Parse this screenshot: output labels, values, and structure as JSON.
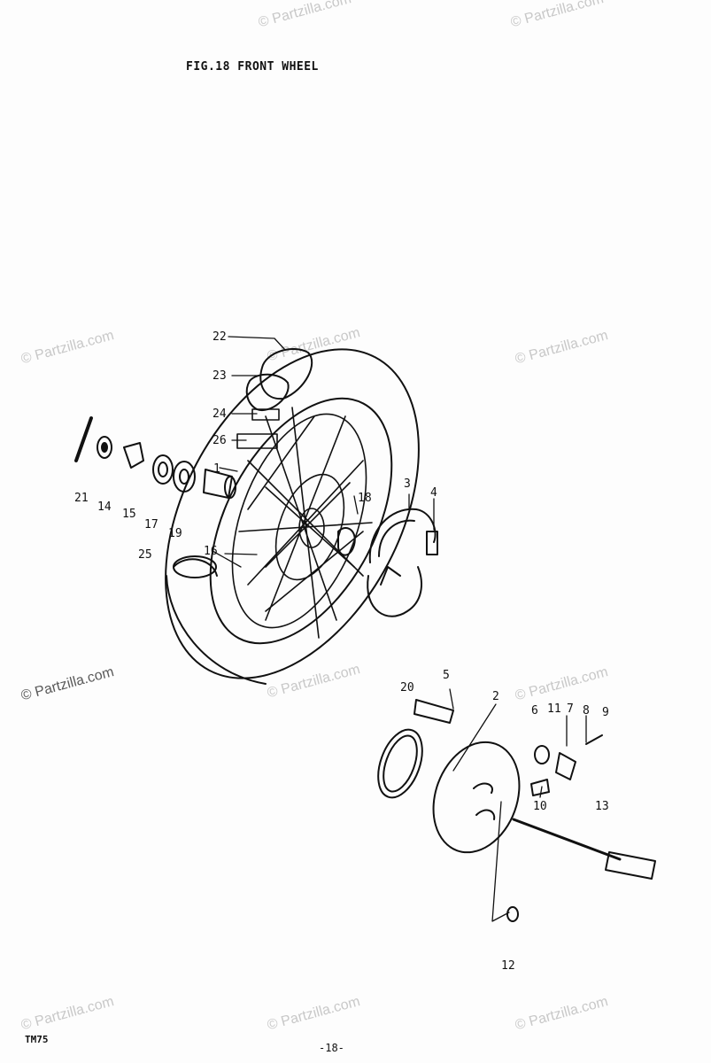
{
  "title": "FIG.18 FRONT WHEEL",
  "model": "TM75",
  "page_number": "-18-",
  "watermark": "© Partzilla.com",
  "callouts": [
    "22",
    "23",
    "24",
    "26",
    "1",
    "21",
    "14",
    "15",
    "17",
    "19",
    "25",
    "16",
    "18",
    "3",
    "4",
    "20",
    "5",
    "2",
    "6",
    "11",
    "7",
    "8",
    "9",
    "10",
    "13",
    "12"
  ]
}
